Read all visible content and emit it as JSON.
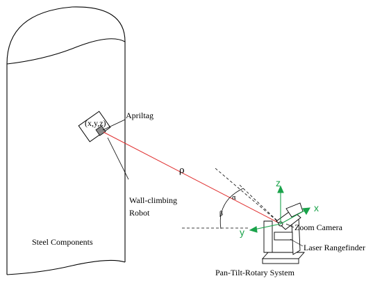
{
  "labels": {
    "apriltag": "Apriltag",
    "coordinates": "(x,y,z)",
    "rho": "ρ",
    "wall_robot_line1": "Wall-climbing",
    "wall_robot_line2": "Robot",
    "steel": "Steel Components",
    "zoom_camera": "Zoom Camera",
    "laser": "Laser Rangefinder",
    "pan_tilt": "Pan-Tilt-Rotary System",
    "axis_z": "z",
    "axis_x": "x",
    "axis_y": "y",
    "alpha": "α",
    "beta": "β"
  },
  "colors": {
    "laser_line": "#e03030",
    "axis": "#1aa34a",
    "ink": "#000000",
    "robot_fill": "#8c8c8c"
  }
}
